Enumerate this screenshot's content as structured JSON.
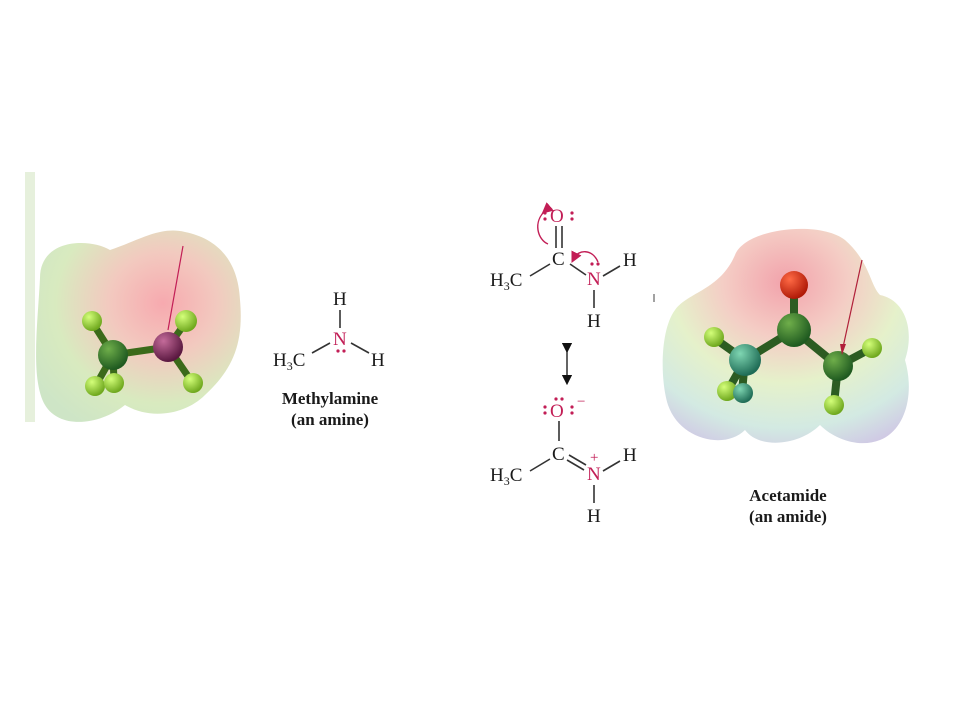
{
  "methylamine": {
    "atoms": {
      "h_top": "H",
      "n": "N",
      "c_group": "H",
      "c_group_sub": "3",
      "c_group_tail": "C",
      "h_right": "H"
    },
    "caption_line1": "Methylamine",
    "caption_line2": "(an amine)"
  },
  "acetamide_structure_1": {
    "o": "O",
    "c": "C",
    "n": "N",
    "h_right": "H",
    "h_bottom": "H",
    "ch3_h": "H",
    "ch3_sub": "3",
    "ch3_c": "C"
  },
  "acetamide_structure_2": {
    "o": "O",
    "o_charge": "−",
    "c": "C",
    "n": "N",
    "n_charge": "+",
    "h_right": "H",
    "h_bottom": "H",
    "ch3_h": "H",
    "ch3_sub": "3",
    "ch3_c": "C"
  },
  "acetamide": {
    "caption_line1": "Acetamide",
    "caption_line2": "(an amide)"
  },
  "colors": {
    "accent_magenta": "#c21e56",
    "pointer_red": "#b0203a"
  }
}
